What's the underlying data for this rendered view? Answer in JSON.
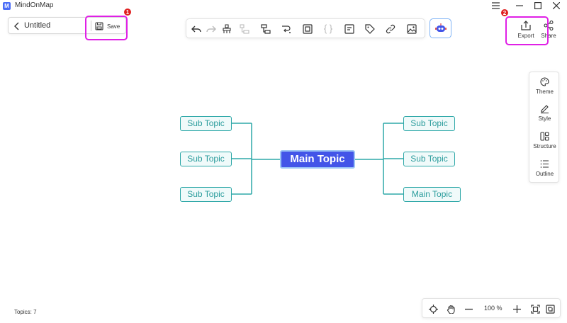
{
  "app": {
    "title": "MindOnMap",
    "logo_letter": "M"
  },
  "document": {
    "title": "Untitled",
    "save_label": "Save"
  },
  "annotations": {
    "badge_1": "1",
    "badge_2": "2"
  },
  "toolbar": {
    "buttons": [
      "undo",
      "redo",
      "format-painter",
      "insert-subtopic",
      "insert-topic",
      "relationship",
      "boundary",
      "summary",
      "note",
      "tag",
      "link",
      "image"
    ]
  },
  "actions": {
    "export_label": "Export",
    "share_label": "Share"
  },
  "side_panel": {
    "theme_label": "Theme",
    "style_label": "Style",
    "structure_label": "Structure",
    "outline_label": "Outline"
  },
  "mindmap": {
    "main_topic": "Main Topic",
    "left_topics": [
      "Sub Topic",
      "Sub Topic",
      "Sub Topic"
    ],
    "right_topics": [
      "Sub Topic",
      "Sub Topic",
      "Main Topic"
    ]
  },
  "status": {
    "topics_count": "Topics: 7"
  },
  "zoom": {
    "level": "100 %"
  },
  "colors": {
    "accent": "#4355e8",
    "node_border": "#2ea8a8",
    "node_text": "#2a9c9c",
    "highlight": "#e020e6",
    "badge": "#e02020"
  }
}
